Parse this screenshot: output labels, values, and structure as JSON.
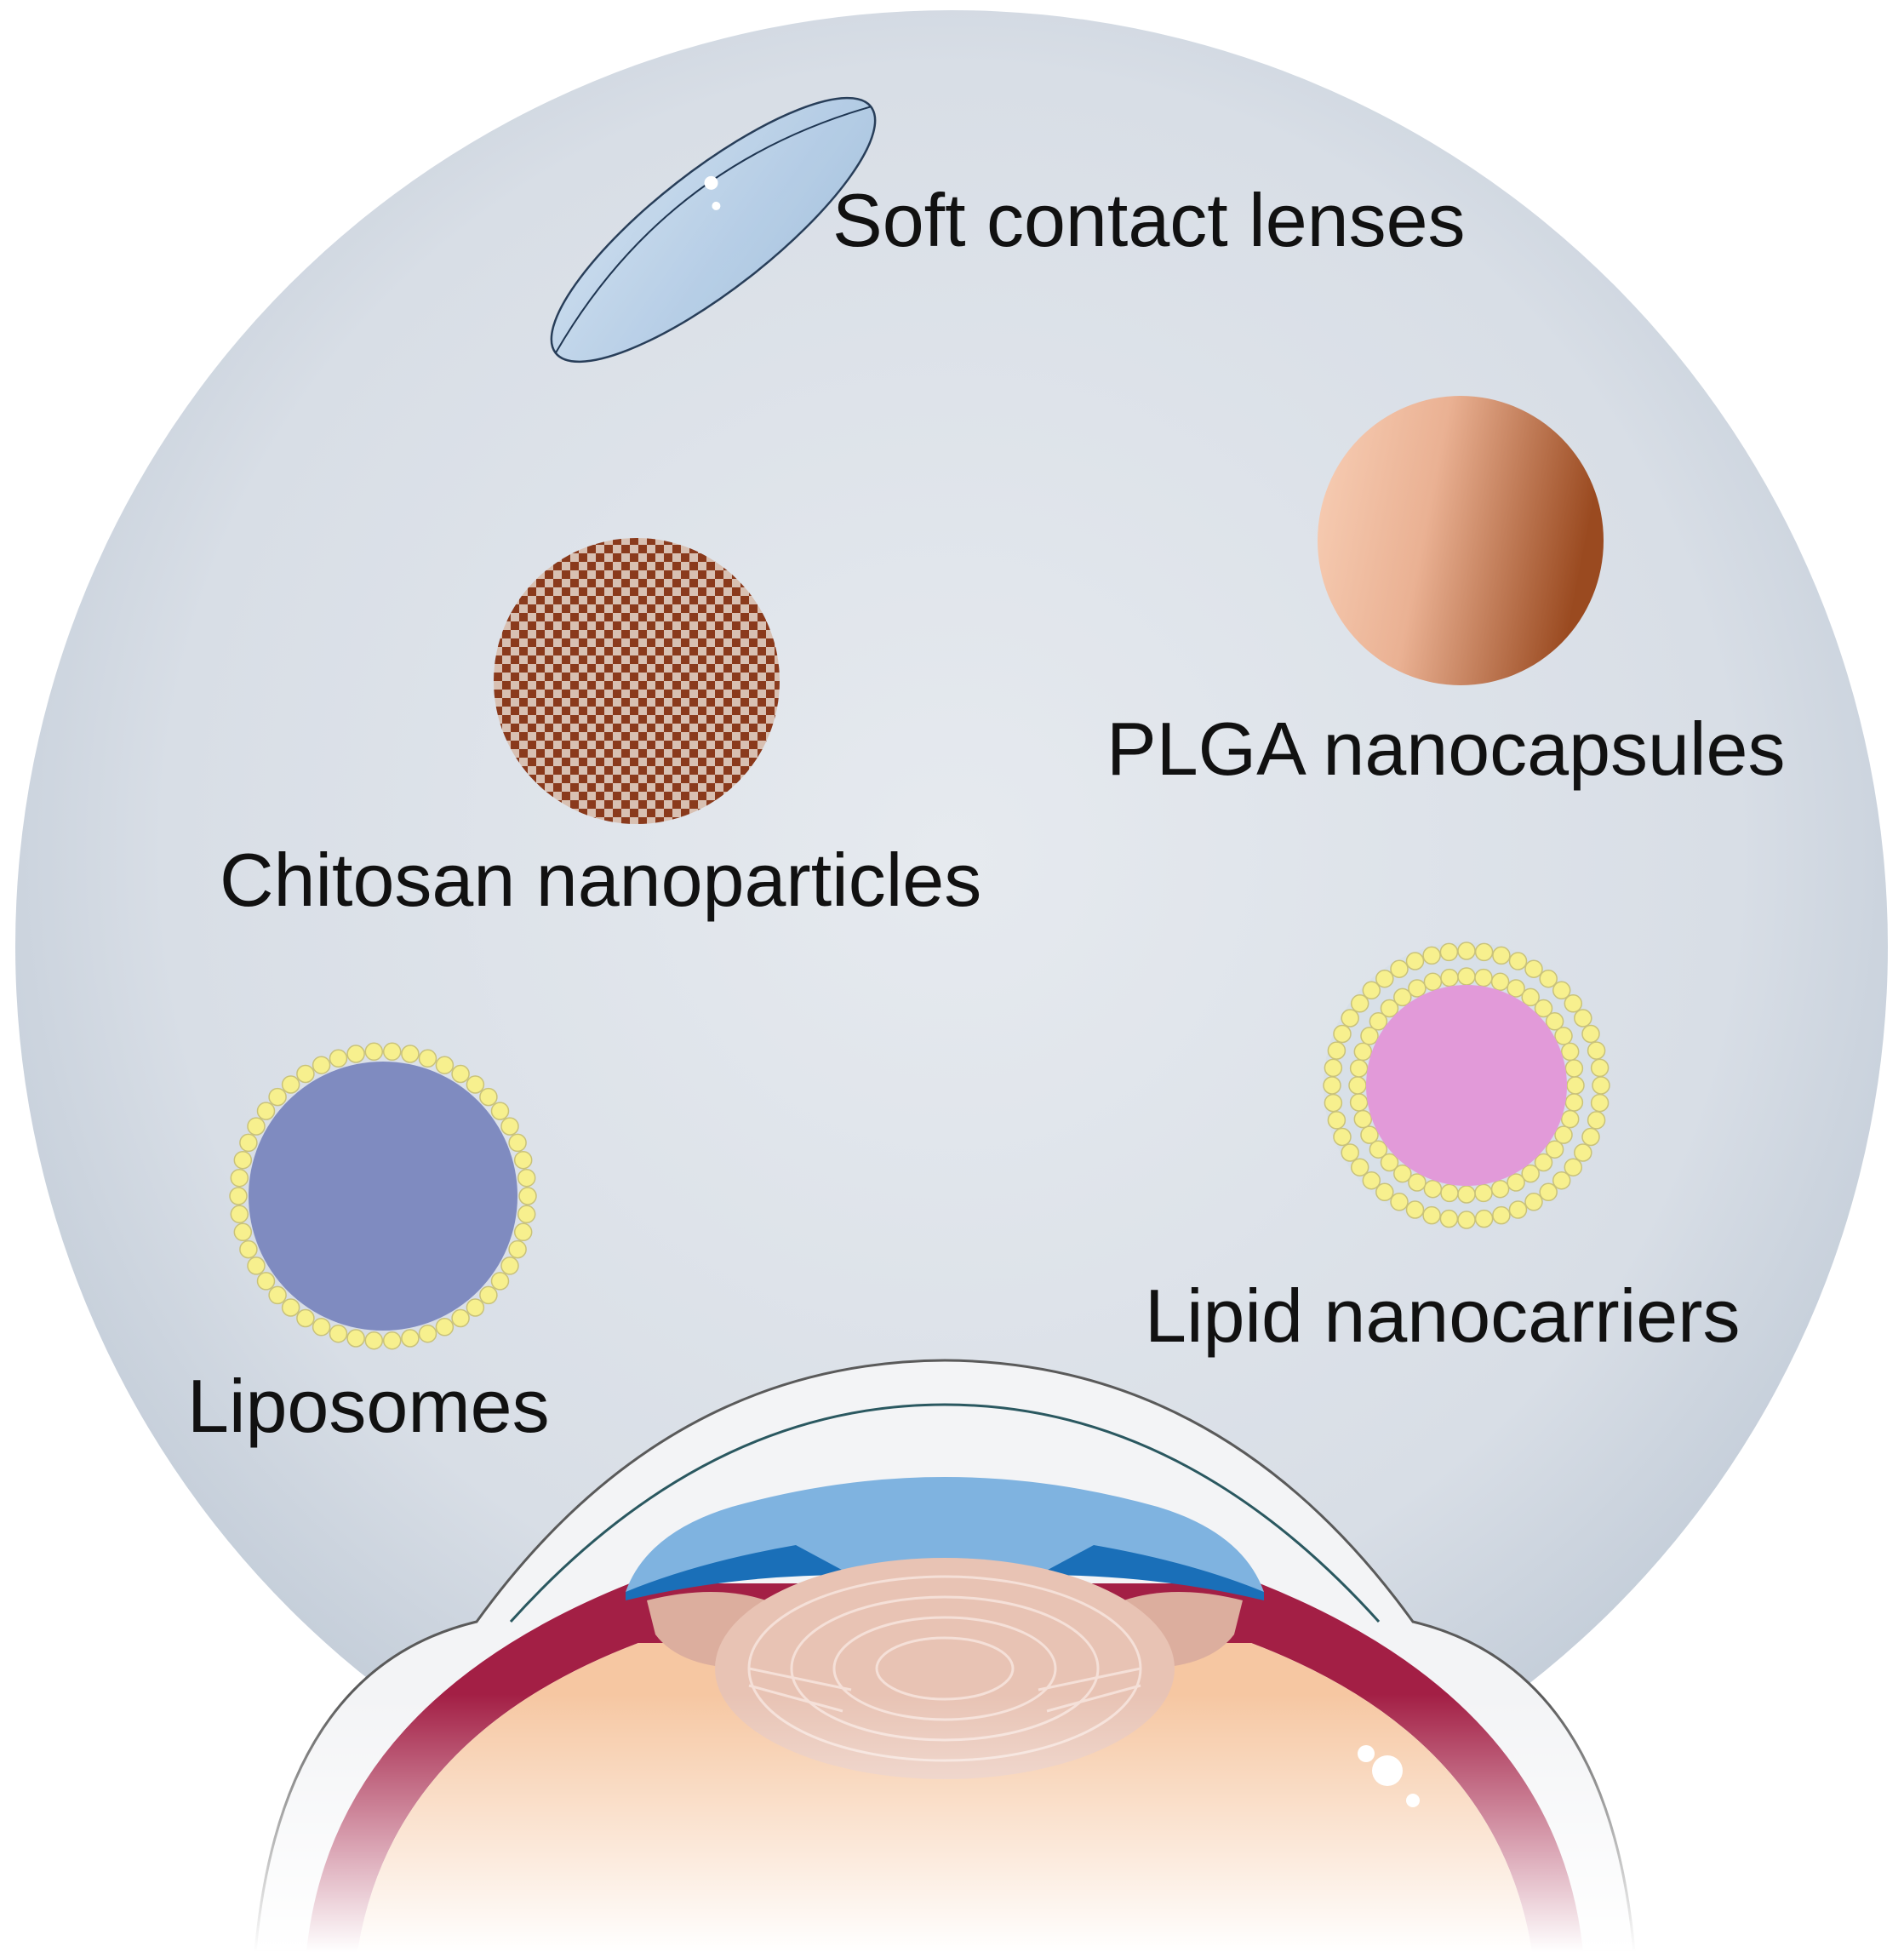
{
  "labels": {
    "soft_contact_lenses": "Soft contact lenses",
    "plga_nanocapsules": "PLGA nanocapsules",
    "chitosan_nanoparticles": "Chitosan nanoparticles",
    "lipid_nanocarriers": "Lipid nanocarriers",
    "liposomes": "Liposomes"
  },
  "colors": {
    "background_disc": "#dfe4ea",
    "chitosan": "#8a3a1c",
    "plga_light": "#f6c9ad",
    "plga_dark": "#9a4d22",
    "lipid_core": "#e29ad9",
    "liposome_core": "#7f8bc0",
    "lipid_head": "#f7f08e",
    "sclera": "#f2f2f4",
    "choroid": "#a31f45",
    "iris": "#2f86c7",
    "lens": "#e8c3b4",
    "vitreous": "#f6c7a2"
  },
  "icons": [
    "contact-lens-icon",
    "plga-nanocapsule-icon",
    "chitosan-nanoparticle-icon",
    "lipid-nanocarrier-icon",
    "liposome-icon",
    "eye-cross-section-icon"
  ]
}
